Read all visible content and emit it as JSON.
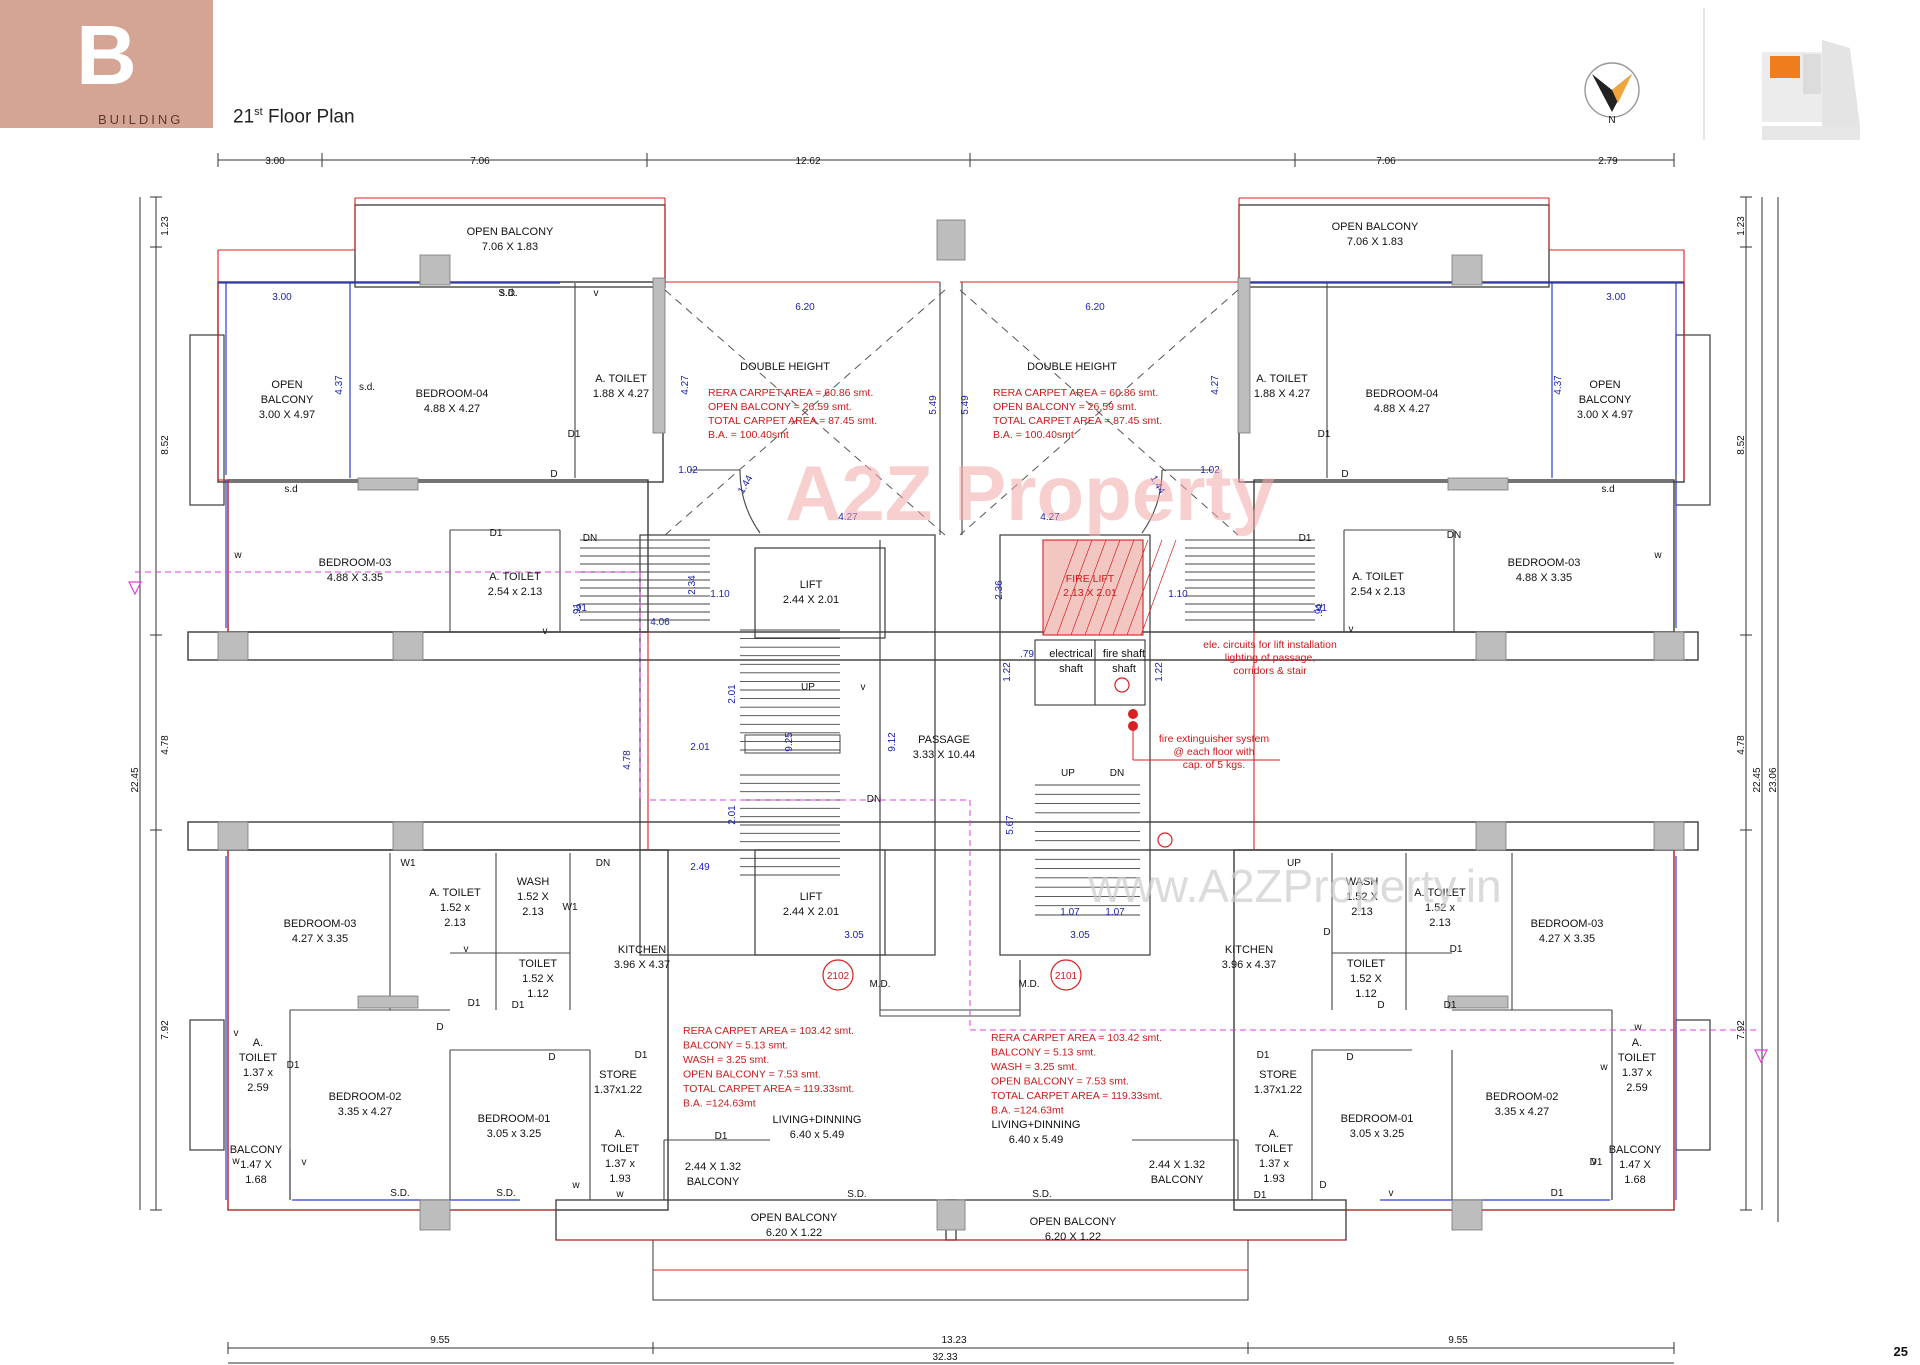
{
  "header": {
    "building_letter": "B",
    "building_label": "BUILDING",
    "floor_number": "21",
    "floor_suffix": "st",
    "floor_label": " Floor Plan",
    "compass_label": "N",
    "page_number": "25"
  },
  "colors": {
    "badge": "#d4a594",
    "wall": "#333333",
    "red_line": "#d82020",
    "blue_line": "#2a3fd0",
    "column": "#bdbdbd",
    "red_text": "#cc1a1a",
    "blue_text": "#1a23b0",
    "magenta_dash": "#e040e0"
  },
  "dimensions": {
    "top": [
      "3.00",
      "7.06",
      "12.62",
      "7.06",
      "2.79"
    ],
    "bottom": [
      "9.55",
      "13.23",
      "9.55"
    ],
    "overall": "32.33",
    "left_outer": "22.45",
    "left_parts": [
      "1.23",
      "8.52",
      "4.78",
      "7.92"
    ],
    "right_parts": [
      "1.23",
      "8.52",
      "4.78",
      "7.92"
    ],
    "right_outer": [
      "22.45",
      "23.06"
    ],
    "interior": [
      "6.20",
      "6.20",
      "4.27",
      "4.27",
      "5.49",
      "5.49",
      "4.27",
      "4.27",
      "3.00",
      "3.00",
      "4.37",
      "4.37",
      "1.02",
      "1.02",
      "1.44",
      "1.44",
      ".91",
      ".91",
      "2.34",
      "4.06",
      "2.36",
      "1.22",
      "1.22",
      ".79",
      "4.78",
      "2.01",
      "2.01",
      "2.01",
      "9.25",
      "9.12",
      "5.67",
      "2.49",
      "3.05",
      "3.05",
      "1.07",
      "1.07",
      ".91",
      ".91",
      "1.10",
      "1.10"
    ]
  },
  "flat_codes": [
    "2102",
    "2101"
  ],
  "areas": {
    "top_left": [
      "RERA CARPET AREA   =  60.86 smt.",
      "OPEN BALCONY          =  26.59 smt.",
      "TOTAL CARPET AREA  = 87.45 smt.",
      "B.A. = 100.40smt"
    ],
    "top_right": [
      "RERA CARPET AREA   =  60.86 smt.",
      "OPEN BALCONY          =  26.59 smt.",
      "TOTAL CARPET AREA  = 87.45 smt.",
      "B.A. = 100.40smt"
    ],
    "bottom_left": [
      "RERA CARPET AREA  =  103.42 smt.",
      "BALCONY                =  5.13 smt.",
      "WASH                    =   3.25 smt.",
      "OPEN BALCONY         =   7.53 smt.",
      "TOTAL CARPET AREA  = 119.33smt.",
      "B.A. =124.63mt"
    ],
    "bottom_right": [
      "RERA CARPET AREA  =  103.42 smt.",
      "BALCONY                =  5.13 smt.",
      "WASH                    =   3.25 smt.",
      "OPEN BALCONY         =   7.53 smt.",
      "TOTAL CARPET AREA  = 119.33smt.",
      "B.A. =124.63mt"
    ]
  },
  "notes": {
    "fire_lift": [
      "FIRE LIFT",
      "2.13 X 2.01"
    ],
    "ele_circuits": [
      "ele. circuits for lift installation",
      "lighting of passage,",
      "corridors & stair"
    ],
    "extinguisher": [
      "fire extinguisher system",
      "@ each floor with",
      "cap. of 5 kgs."
    ]
  },
  "rooms": [
    {
      "id": "open-balcony-tl",
      "lines": [
        "OPEN BALCONY",
        "7.06 X 1.83"
      ]
    },
    {
      "id": "open-balcony-tr",
      "lines": [
        "OPEN BALCONY",
        "7.06 X 1.83"
      ]
    },
    {
      "id": "open-balcony-l",
      "lines": [
        "OPEN",
        "BALCONY",
        "3.00 X 4.97"
      ]
    },
    {
      "id": "open-balcony-r",
      "lines": [
        "OPEN",
        "BALCONY",
        "3.00 X 4.97"
      ]
    },
    {
      "id": "bedroom-04-l",
      "lines": [
        "BEDROOM-04",
        "4.88 X 4.27"
      ]
    },
    {
      "id": "bedroom-04-r",
      "lines": [
        "BEDROOM-04",
        "4.88 X 4.27"
      ]
    },
    {
      "id": "a-toilet-1-l",
      "lines": [
        "A. TOILET",
        "1.88 X 4.27"
      ]
    },
    {
      "id": "a-toilet-1-r",
      "lines": [
        "A. TOILET",
        "1.88 X 4.27"
      ]
    },
    {
      "id": "double-height-l",
      "lines": [
        "DOUBLE HEIGHT"
      ]
    },
    {
      "id": "double-height-r",
      "lines": [
        "DOUBLE HEIGHT"
      ]
    },
    {
      "id": "bedroom-03-tl",
      "lines": [
        "BEDROOM-03",
        "4.88 X 3.35"
      ]
    },
    {
      "id": "bedroom-03-tr",
      "lines": [
        "BEDROOM-03",
        "4.88 X 3.35"
      ]
    },
    {
      "id": "a-toilet-2-l",
      "lines": [
        "A. TOILET",
        "2.54 x 2.13"
      ]
    },
    {
      "id": "a-toilet-2-r",
      "lines": [
        "A. TOILET",
        "2.54 x 2.13"
      ]
    },
    {
      "id": "lift-1",
      "lines": [
        "LIFT",
        "2.44 X 2.01"
      ]
    },
    {
      "id": "lift-2",
      "lines": [
        "LIFT",
        "2.44 X 2.01"
      ]
    },
    {
      "id": "passage",
      "lines": [
        "PASSAGE",
        "3.33 X 10.44"
      ]
    },
    {
      "id": "electrical-shaft",
      "lines": [
        "electrical",
        "shaft"
      ]
    },
    {
      "id": "fire-shaft",
      "lines": [
        "fire shaft",
        "shaft"
      ]
    },
    {
      "id": "bedroom-03-bl",
      "lines": [
        "BEDROOM-03",
        "4.27 X 3.35"
      ]
    },
    {
      "id": "bedroom-03-br",
      "lines": [
        "BEDROOM-03",
        "4.27 X 3.35"
      ]
    },
    {
      "id": "a-toilet-3-l",
      "lines": [
        "A. TOILET",
        "1.52 x",
        "2.13"
      ]
    },
    {
      "id": "a-toilet-3-r",
      "lines": [
        "A. TOILET",
        "1.52 x",
        "2.13"
      ]
    },
    {
      "id": "wash-l",
      "lines": [
        "WASH",
        "1.52 X",
        "2.13"
      ]
    },
    {
      "id": "wash-r",
      "lines": [
        "WASH",
        "1.52 X",
        "2.13"
      ]
    },
    {
      "id": "toilet-l",
      "lines": [
        "TOILET",
        "1.52 X",
        "1.12"
      ]
    },
    {
      "id": "toilet-r",
      "lines": [
        "TOILET",
        "1.52 X",
        "1.12"
      ]
    },
    {
      "id": "kitchen-l",
      "lines": [
        "KITCHEN",
        "3.96 X 4.37"
      ]
    },
    {
      "id": "kitchen-r",
      "lines": [
        "KITCHEN",
        "3.96 x 4.37"
      ]
    },
    {
      "id": "a-toilet-4-l",
      "lines": [
        "A.",
        "TOILET",
        "1.37 x",
        "2.59"
      ]
    },
    {
      "id": "a-toilet-4-r",
      "lines": [
        "A.",
        "TOILET",
        "1.37 x",
        "2.59"
      ]
    },
    {
      "id": "bedroom-02-l",
      "lines": [
        "BEDROOM-02",
        "3.35 x 4.27"
      ]
    },
    {
      "id": "bedroom-02-r",
      "lines": [
        "BEDROOM-02",
        "3.35 x 4.27"
      ]
    },
    {
      "id": "bedroom-01-l",
      "lines": [
        "BEDROOM-01",
        "3.05 x 3.25"
      ]
    },
    {
      "id": "bedroom-01-r",
      "lines": [
        "BEDROOM-01",
        "3.05 x 3.25"
      ]
    },
    {
      "id": "store-l",
      "lines": [
        "STORE",
        "1.37x1.22"
      ]
    },
    {
      "id": "store-r",
      "lines": [
        "STORE",
        "1.37x1.22"
      ]
    },
    {
      "id": "a-toilet-5-l",
      "lines": [
        "A.",
        "TOILET",
        "1.37 x",
        "1.93"
      ]
    },
    {
      "id": "a-toilet-5-r",
      "lines": [
        "A.",
        "TOILET",
        "1.37 x",
        "1.93"
      ]
    },
    {
      "id": "balcony-l",
      "lines": [
        "BALCONY",
        "1.47 X",
        "1.68"
      ]
    },
    {
      "id": "balcony-r",
      "lines": [
        "BALCONY",
        "1.47 X",
        "1.68"
      ]
    },
    {
      "id": "balcony-small-l",
      "lines": [
        "2.44 X 1.32",
        "BALCONY"
      ]
    },
    {
      "id": "balcony-small-r",
      "lines": [
        "2.44 X 1.32",
        "BALCONY"
      ]
    },
    {
      "id": "living-l",
      "lines": [
        "LIVING+DINNING",
        "6.40 x 5.49"
      ]
    },
    {
      "id": "living-r",
      "lines": [
        "LIVING+DINNING",
        "6.40 x 5.49"
      ]
    },
    {
      "id": "open-balcony-bl",
      "lines": [
        "OPEN BALCONY",
        "6.20 X 1.22"
      ]
    },
    {
      "id": "open-balcony-br",
      "lines": [
        "OPEN BALCONY",
        "6.20 X 1.22"
      ]
    }
  ],
  "tags": [
    "s.d.",
    "s.d.",
    "v",
    "D1",
    "D",
    "s.d",
    "w",
    "D1",
    "DN",
    "v",
    "DN",
    "D1",
    "w",
    "v",
    "s.d",
    "D",
    "D1",
    "v",
    "DN",
    "UP",
    "DN",
    "UP",
    "DN",
    "UP",
    "W1",
    "W1",
    "v",
    "D1",
    "D1",
    "D",
    "D1",
    "D",
    "D1",
    "v",
    "w",
    "D1",
    "D",
    "D",
    "D1",
    "S.D.",
    "S.D.",
    "w",
    "w",
    "v",
    "D1",
    "S.D.",
    "S.D.",
    "M.D.",
    "M.D.",
    "D1",
    "D",
    "D1",
    "D",
    "v",
    "D1",
    "w",
    "w",
    "v",
    "D1",
    "S.D."
  ],
  "watermarks": [
    "A2Z Property",
    "www.A2ZProperty.in"
  ]
}
